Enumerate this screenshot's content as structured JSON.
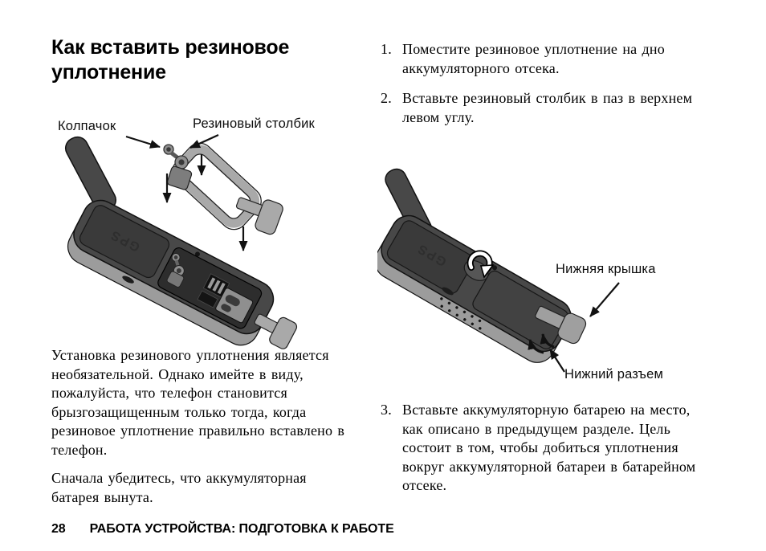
{
  "heading": "Как вставить резиновое уплотнение",
  "left_column": {
    "figure_labels": {
      "cap": "Колпачок",
      "rubber_post": "Резиновый столбик"
    },
    "paragraphs": [
      "Установка резинового уплотнения является необязательной. Однако имейте в виду, пожалуйста, что телефон становится брызгозащищенным только тогда, когда резиновое уплотнение правильно вставлено в телефон.",
      "Сначала убедитесь, что аккумуляторная батарея вынута."
    ]
  },
  "right_column": {
    "steps": [
      {
        "num": "1.",
        "text": "Поместите резиновое уплотнение на дно аккумуляторного отсека."
      },
      {
        "num": "2.",
        "text": "Вставьте резиновый столбик в паз в верхнем левом углу."
      },
      {
        "num": "3.",
        "text": "Вставьте аккумуляторную батарею на место, как описано в предыдущем разделе.  Цель состоит в том, чтобы добиться уплотнения вокруг аккумуляторной батареи в батарейном отсеке."
      }
    ],
    "figure_labels": {
      "bottom_cover": "Нижняя крышка",
      "bottom_connector": "Нижний разъем"
    }
  },
  "footer": {
    "page_number": "28",
    "section_title": "РАБОТА УСТРОЙСТВА: ПОДГОТОВКА К РАБОТЕ"
  },
  "gps_logo": "GPS",
  "colors": {
    "page-bg": "#ffffff",
    "text": "#000000",
    "phone-body": "#484848",
    "phone-panel": "#3a3a3a",
    "phone-side": "#9c9c9c",
    "phone-well": "#2d2d2d",
    "seal-gray": "#a9a9a9",
    "metal-gray": "#8f8f8f",
    "arrow": "#111111"
  }
}
